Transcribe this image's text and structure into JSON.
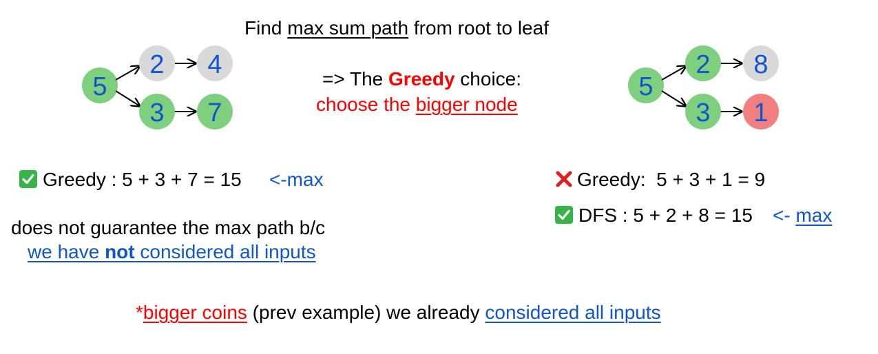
{
  "title": {
    "pre": "Find ",
    "underlined": "max sum path",
    "post": " from root to leaf"
  },
  "greedy_choice": {
    "line1_pre": "=> The ",
    "line1_bold": "Greedy",
    "line1_post": " choice:",
    "line2_pre": "choose the ",
    "line2_underlined": "bigger node"
  },
  "left_tree": {
    "root": "5",
    "top_mid": "2",
    "top_leaf": "4",
    "bottom_mid": "3",
    "bottom_leaf": "7"
  },
  "right_tree": {
    "root": "5",
    "top_mid": "2",
    "top_leaf": "8",
    "bottom_mid": "3",
    "bottom_leaf": "1"
  },
  "left_result": {
    "greedy_text": "Greedy : 5 + 3 + 7 = 15",
    "max_label": "<-max",
    "note_line1": "does not guarantee the max path b/c",
    "note_line2_pre": "we have ",
    "note_line2_bold": "not",
    "note_line2_post": " considered all inputs"
  },
  "right_result": {
    "greedy_text": "Greedy:  5 + 3 + 1 = 9",
    "dfs_text": "DFS : 5 + 2 + 8 = 15",
    "max_prefix": "<- ",
    "max_underlined": "max"
  },
  "footer": {
    "star": "*",
    "bigger_coins": "bigger coins",
    "middle": " (prev example) we already ",
    "considered": "considered all inputs"
  },
  "colors": {
    "green_node": "#7ed07e",
    "gray_node": "#d9d9d9",
    "red_node": "#f08080",
    "check_green": "#38b34a",
    "cross_red": "#e02020",
    "text_blue": "#1155cc",
    "text_red": "#ff0000"
  },
  "icons": {
    "check": "check-mark-icon",
    "cross": "cross-mark-icon",
    "arrow": "arrow-right-icon"
  }
}
